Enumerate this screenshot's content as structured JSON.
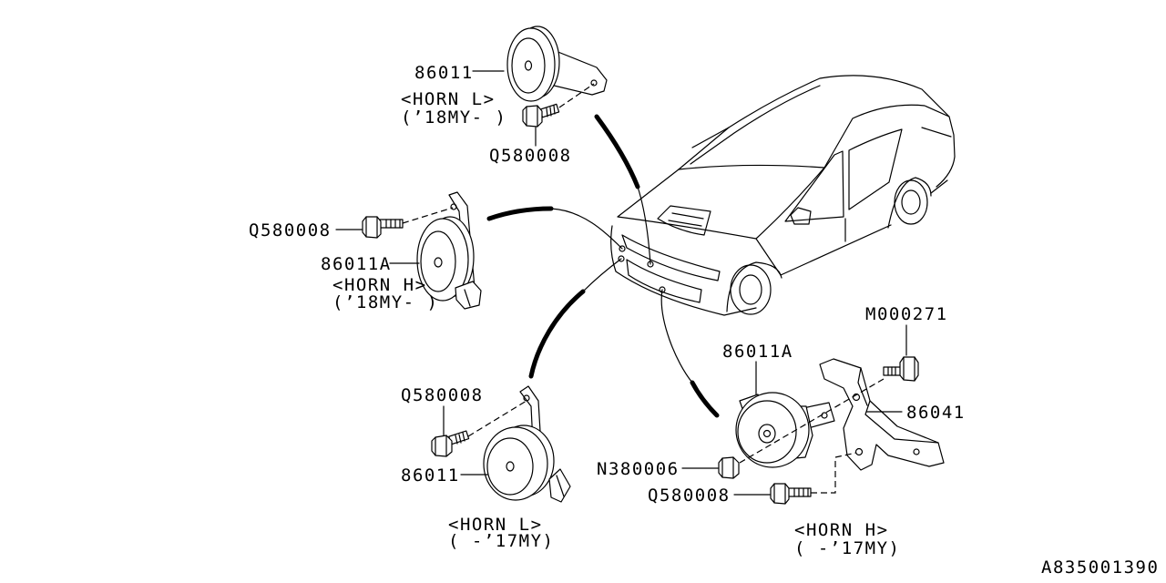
{
  "colors": {
    "line": "#000000",
    "background": "#ffffff"
  },
  "horn_l_18my": {
    "part_no": "86011",
    "name": "<HORN L>",
    "model_years": "(’18MY- )",
    "bolt": "Q580008"
  },
  "horn_h_18my": {
    "part_no": "86011A",
    "name": "<HORN H>",
    "model_years": "(’18MY- )",
    "bolt": "Q580008"
  },
  "horn_l_17my": {
    "part_no": "86011",
    "name": "<HORN L>",
    "model_years": "( -’17MY)",
    "bolt": "Q580008"
  },
  "horn_h_17my": {
    "part_no": "86011A",
    "name": "<HORN H>",
    "model_years": "( -’17MY)",
    "bracket": "86041",
    "bracket_bolt": "M000271",
    "nut": "N380006",
    "bolt": "Q580008"
  },
  "figure_id": "A835001390"
}
